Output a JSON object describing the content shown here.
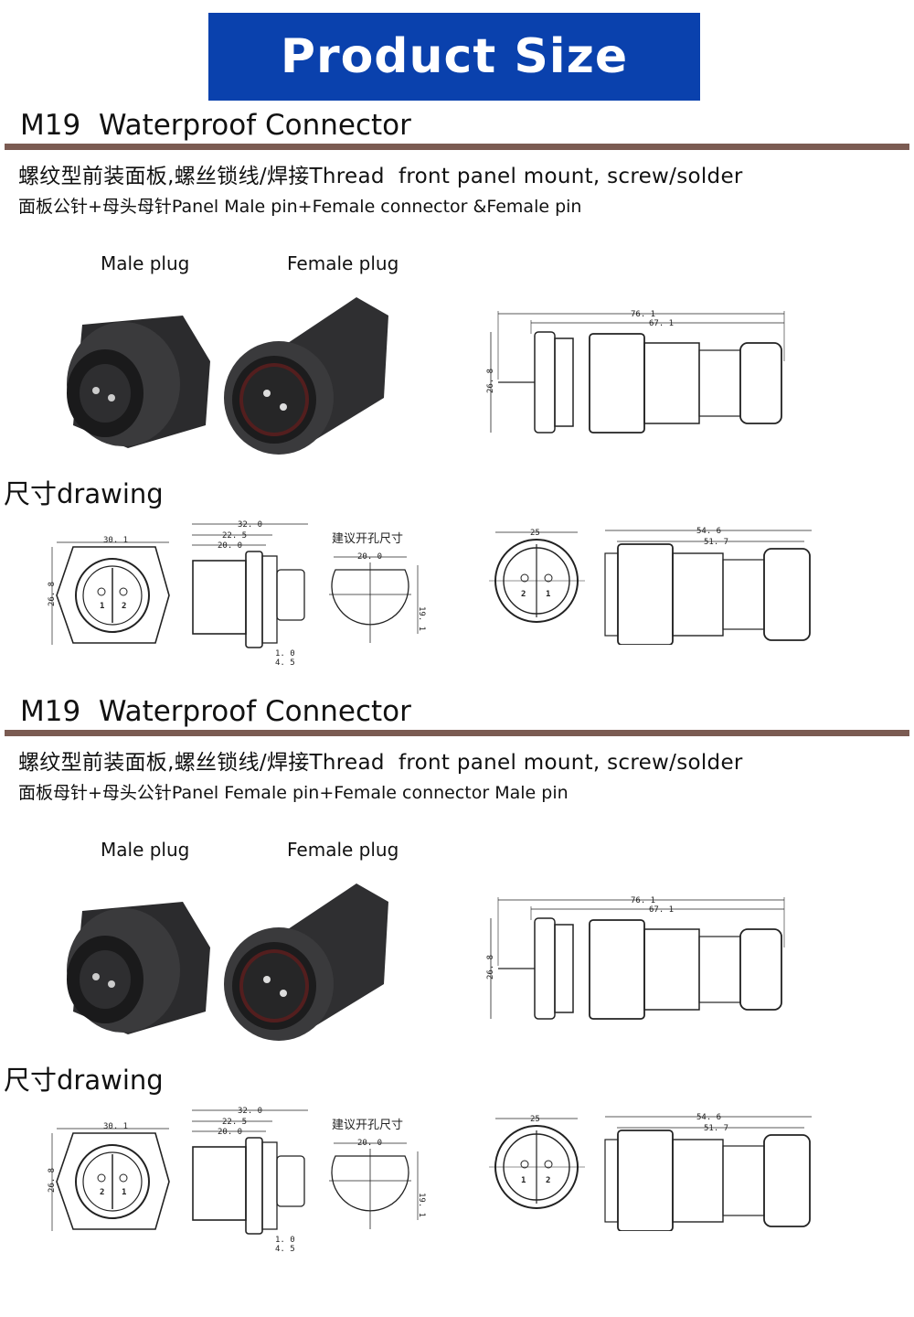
{
  "banner": {
    "title": "Product Size"
  },
  "sections": [
    {
      "title": "M19  Waterproof Connector",
      "line1": "螺纹型前装面板,螺丝锁线/焊接Thread  front panel mount, screw/solder",
      "line2": "面板公针+母头母针Panel Male pin+Female connector &Female pin",
      "male_label": "Male plug",
      "female_label": "Female plug",
      "drawing_label": "尺寸drawing",
      "dims": {
        "overall": "76. 1",
        "body": "67. 1",
        "height": "26. 8",
        "hex_width": "30. 1",
        "hex_height": "26. 8",
        "side_total": "32. 0",
        "side_mid": "22. 5",
        "side_thread": "20. 0",
        "hole_title": "建议开孔尺寸",
        "hole_width": "20. 0",
        "hole_height": "19. 1",
        "flange": "1. 0",
        "flange2": "4. 5",
        "plug_dia": "25",
        "plug_total": "54. 6",
        "plug_body": "51. 7"
      },
      "pins": {
        "a": "1",
        "b": "2",
        "c": "2",
        "d": "1"
      }
    },
    {
      "title": "M19  Waterproof Connector",
      "line1": "螺纹型前装面板,螺丝锁线/焊接Thread  front panel mount, screw/solder",
      "line2": "面板母针+母头公针Panel Female pin+Female connector Male pin",
      "male_label": "Male plug",
      "female_label": "Female plug",
      "drawing_label": "尺寸drawing",
      "dims": {
        "overall": "76. 1",
        "body": "67. 1",
        "height": "26. 8",
        "hex_width": "30. 1",
        "hex_height": "26. 8",
        "side_total": "32. 0",
        "side_mid": "22. 5",
        "side_thread": "20. 0",
        "hole_title": "建议开孔尺寸",
        "hole_width": "20. 0",
        "hole_height": "19. 1",
        "flange": "1. 0",
        "flange2": "4. 5",
        "plug_dia": "25",
        "plug_total": "54. 6",
        "plug_body": "51. 7"
      },
      "pins": {
        "a": "2",
        "b": "1",
        "c": "1",
        "d": "2"
      }
    }
  ]
}
